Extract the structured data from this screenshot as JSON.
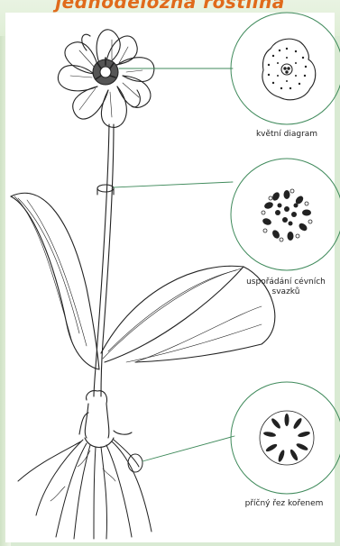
{
  "header": {
    "title": "jednoděložná rostlina"
  },
  "captions": {
    "flower_diagram": "květní diagram",
    "vascular_line1": "uspořádání cévních",
    "vascular_line2": "svazků",
    "root_section": "příčný řez kořenem"
  },
  "colors": {
    "header_text": "#e06a1b",
    "leader_line": "#3f8a5b",
    "outline": "#222222"
  }
}
